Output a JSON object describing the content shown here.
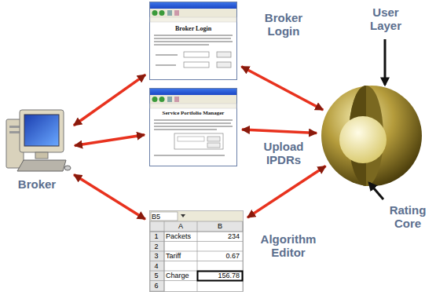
{
  "diagram": {
    "nodes": [
      {
        "text": [
          "Broker"
        ]
      },
      {
        "text": [
          "Broker Login",
          "Broker Login"
        ]
      },
      {
        "text": [
          "Service Portfolio Manager",
          "Upload IPDRs"
        ]
      },
      {
        "text": [
          "Algorithm Editor"
        ]
      },
      {
        "text": [
          "User Layer",
          "Rating Core"
        ]
      }
    ],
    "edges": [
      {
        "from": 0,
        "to": 1,
        "arrow": "both"
      },
      {
        "from": 0,
        "to": 2,
        "arrow": "both"
      },
      {
        "from": 0,
        "to": 3,
        "arrow": "both"
      },
      {
        "from": 1,
        "to": 4,
        "arrow": "both"
      },
      {
        "from": 2,
        "to": 4,
        "arrow": "both"
      },
      {
        "from": 3,
        "to": 4,
        "arrow": "both"
      }
    ],
    "labels": [
      "B5",
      "A",
      "B",
      "1",
      "Packets",
      "234",
      "2",
      "3",
      "Tariff",
      "0.67",
      "4",
      "5",
      "Charge",
      "156.78",
      "6"
    ]
  }
}
